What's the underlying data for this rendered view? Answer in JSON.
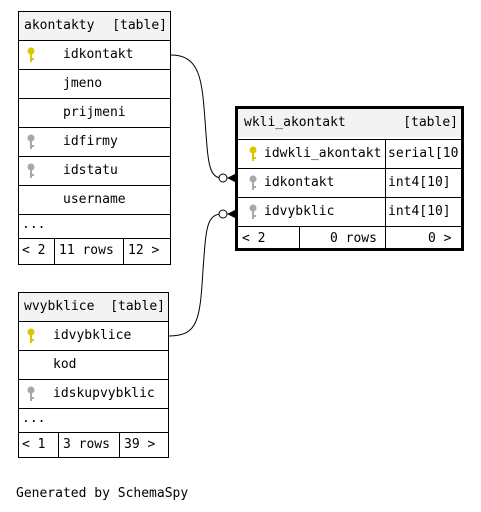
{
  "akontakty": {
    "name": "akontakty",
    "type": "[table]",
    "columns": [
      {
        "name": "idkontakt",
        "key": "primary"
      },
      {
        "name": "jmeno",
        "key": "none"
      },
      {
        "name": "prijmeni",
        "key": "none"
      },
      {
        "name": "idfirmy",
        "key": "foreign"
      },
      {
        "name": "idstatu",
        "key": "foreign"
      },
      {
        "name": "username",
        "key": "none"
      }
    ],
    "more": "...",
    "footer": {
      "parents": "< 2",
      "rows": "11 rows",
      "children": "12 >"
    }
  },
  "wkli_akontakt": {
    "name": "wkli_akontakt",
    "type": "[table]",
    "columns": [
      {
        "name": "idwkli_akontakt",
        "datatype": "serial[10",
        "key": "primary"
      },
      {
        "name": "idkontakt",
        "datatype": "int4[10]",
        "key": "foreign"
      },
      {
        "name": "idvybklic",
        "datatype": "int4[10]",
        "key": "foreign"
      }
    ],
    "footer": {
      "parents": "< 2",
      "rows": "0 rows",
      "children": "0 >"
    }
  },
  "wvybklice": {
    "name": "wvybklice",
    "type": "[table]",
    "columns": [
      {
        "name": "idvybklice",
        "key": "primary"
      },
      {
        "name": "kod",
        "key": "none"
      },
      {
        "name": "idskupvybklic",
        "key": "foreign"
      }
    ],
    "more": "...",
    "footer": {
      "parents": "< 1",
      "rows": "3 rows",
      "children": "39 >"
    }
  },
  "colors": {
    "primary_key": "#d8c800",
    "foreign_key": "#a8a8a8",
    "header_bg": "#f3f3f3"
  },
  "credit": "Generated by SchemaSpy"
}
